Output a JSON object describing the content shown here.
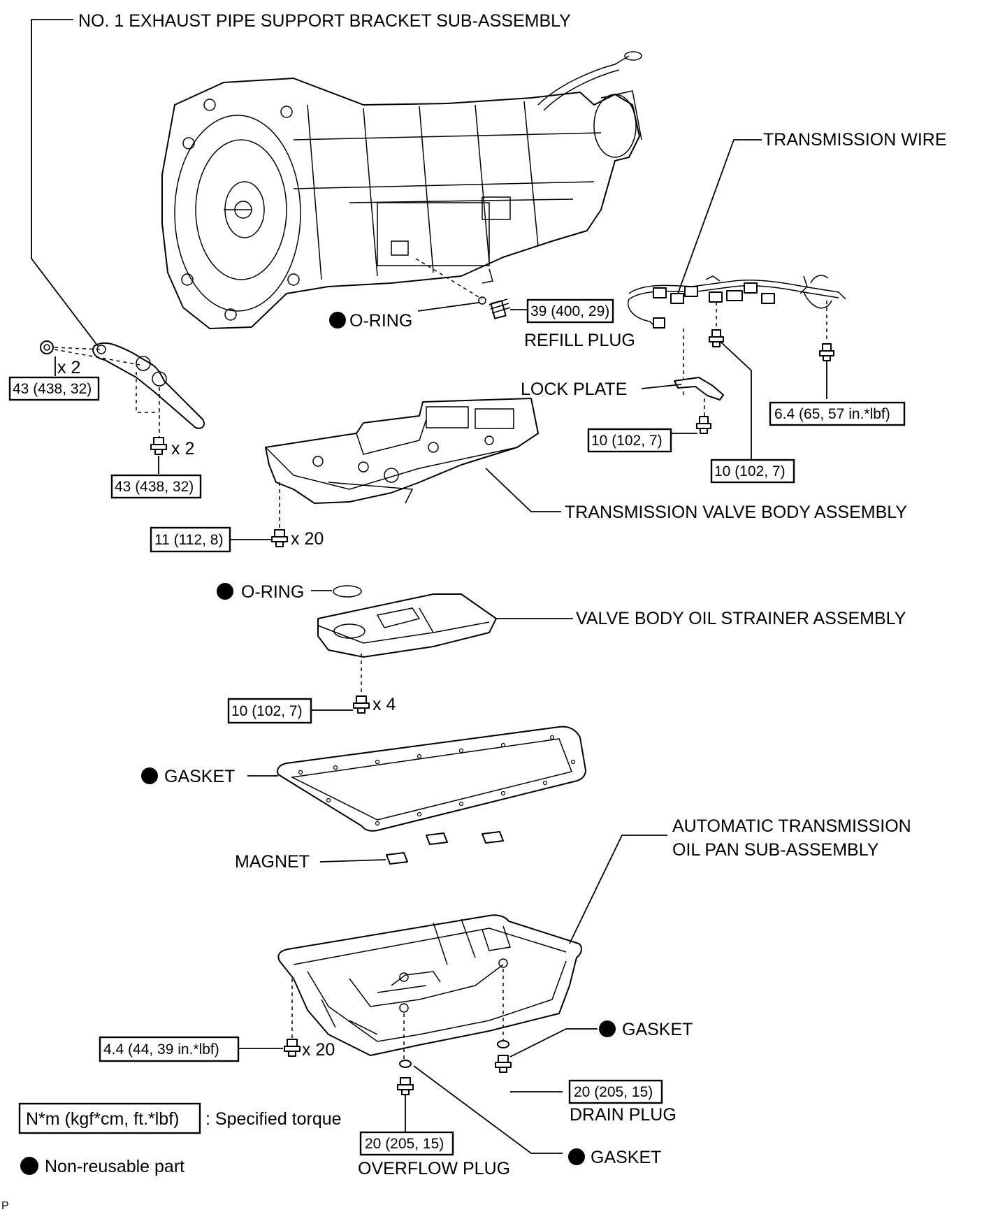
{
  "labels": {
    "exhaust_bracket": "NO. 1 EXHAUST PIPE SUPPORT BRACKET SUB-ASSEMBLY",
    "o_ring_top": "O-RING",
    "refill_plug": "REFILL PLUG",
    "transmission_wire": "TRANSMISSION WIRE",
    "lock_plate": "LOCK PLATE",
    "valve_body": "TRANSMISSION VALVE BODY ASSEMBLY",
    "o_ring_strainer": "O-RING",
    "oil_strainer": "VALVE BODY OIL STRAINER ASSEMBLY",
    "gasket_pan": "GASKET",
    "magnet": "MAGNET",
    "oil_pan_line1": "AUTOMATIC TRANSMISSION",
    "oil_pan_line2": "OIL PAN SUB-ASSEMBLY",
    "gasket_drain": "GASKET",
    "drain_plug": "DRAIN PLUG",
    "overflow_plug": "OVERFLOW PLUG",
    "gasket_overflow": "GASKET"
  },
  "torques": {
    "bracket_nut": "43 (438, 32)",
    "bracket_bolt": "43 (438, 32)",
    "refill_plug": "39 (400, 29)",
    "wire_bolt_right": "6.4 (65, 57 in.*lbf)",
    "lock_plate_bolt": "10 (102, 7)",
    "wire_bolt_mid": "10 (102, 7)",
    "valve_body_bolt": "11 (112, 8)",
    "strainer_bolt": "10 (102, 7)",
    "oil_pan_bolt": "4.4 (44, 39 in.*lbf)",
    "drain_plug": "20 (205, 15)",
    "overflow_plug": "20 (205, 15)"
  },
  "quantities": {
    "bracket_nut": "x 2",
    "bracket_bolt": "x 2",
    "valve_body_bolt": "x 20",
    "strainer_bolt": "x 4",
    "oil_pan_bolt": "x 20"
  },
  "legend": {
    "torque_box": "N*m (kgf*cm, ft.*lbf)",
    "torque_text": ": Specified torque",
    "nonreusable_text": "Non-reusable part"
  },
  "corner_mark": "P"
}
